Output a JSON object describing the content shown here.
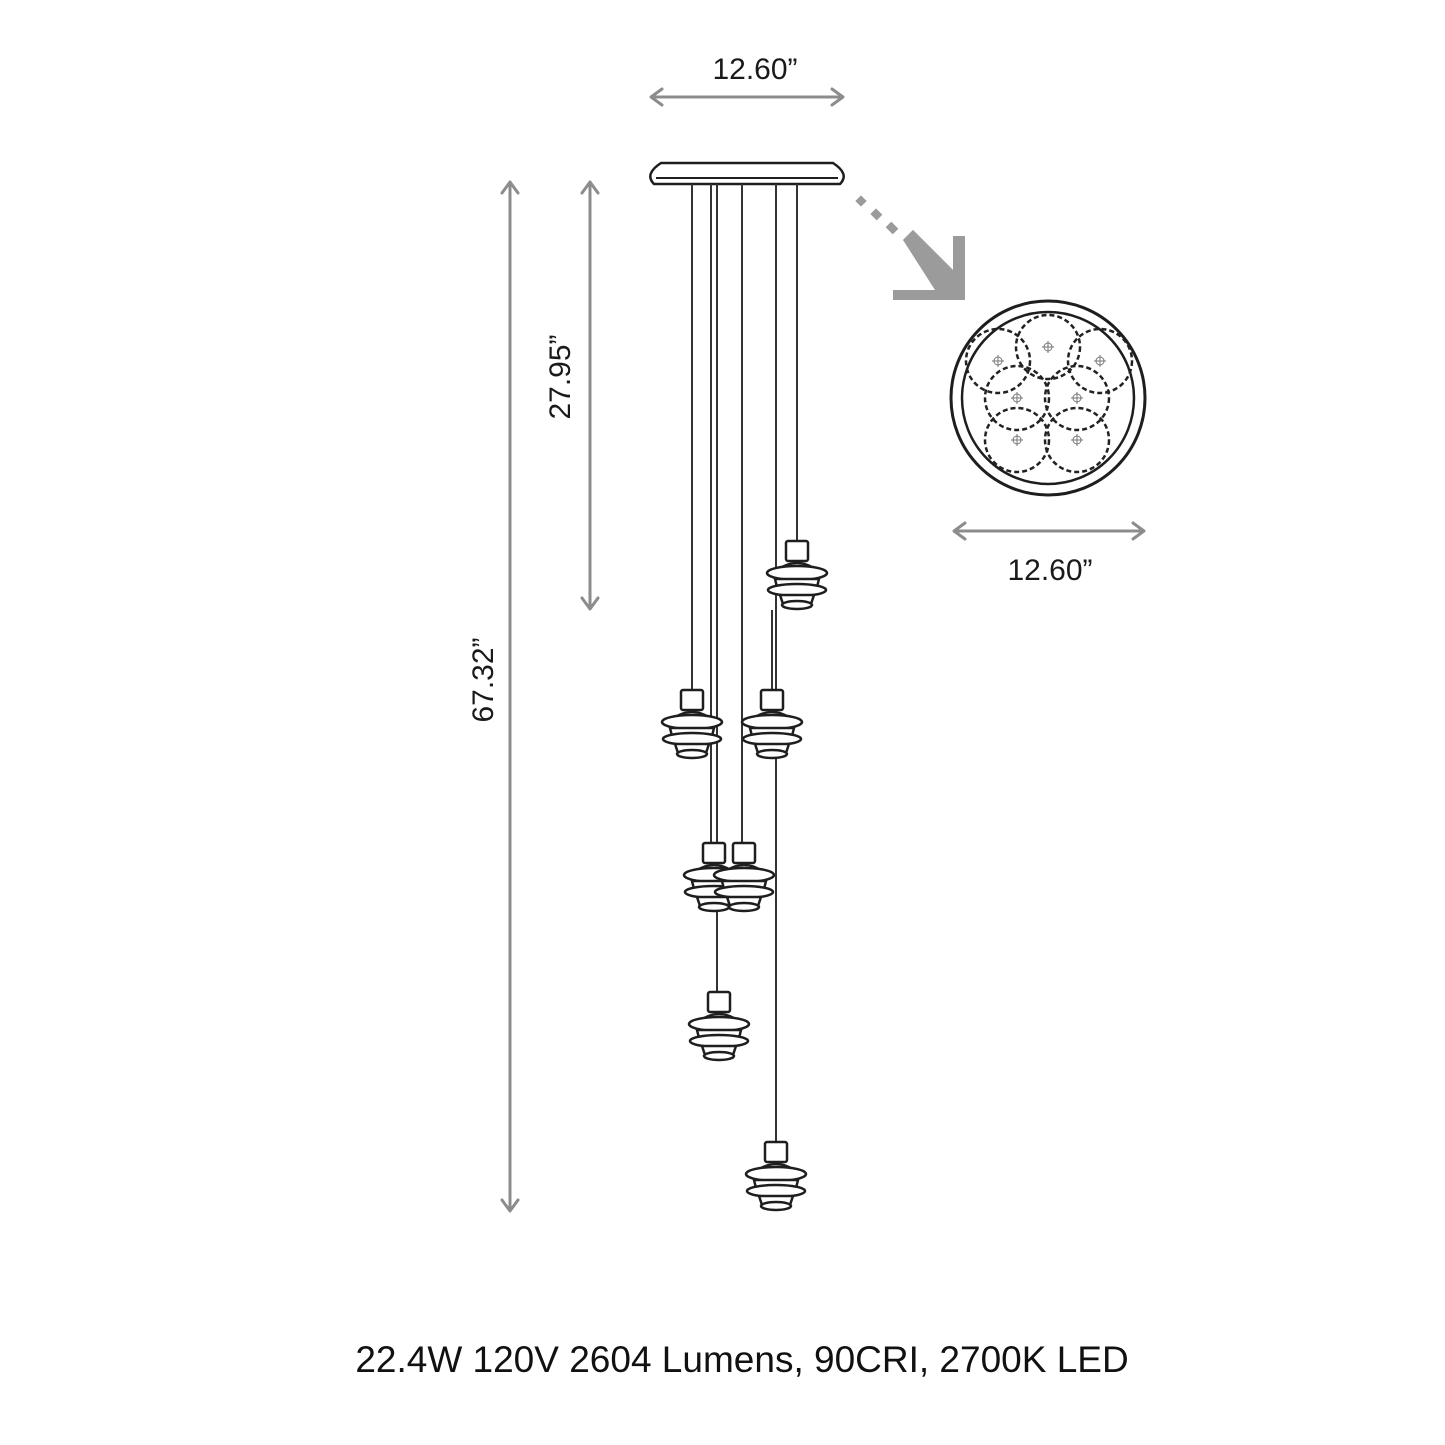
{
  "dimensions": {
    "canopy_width": "12.60”",
    "overall_height": "67.32”",
    "top_drop": "27.95”",
    "canopy_diameter": "12.60”"
  },
  "spec_line": "22.4W 120V 2604 Lumens, 90CRI, 2700K LED",
  "colors": {
    "line": "#1e1e1e",
    "dimension": "#8c8c8c",
    "arrow": "#9b9b9b"
  },
  "icons": {
    "detail_arrow": "diagonal-arrow-icon"
  }
}
